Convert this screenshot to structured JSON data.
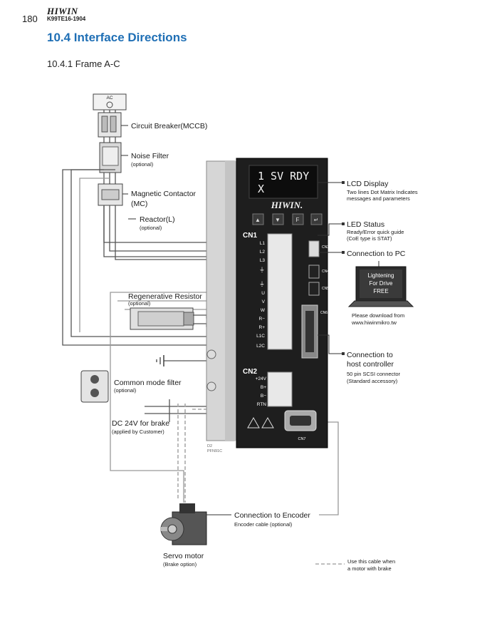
{
  "header": {
    "page_number": "180",
    "brand": "HIWIN",
    "doc_code": "K99TE16-1904"
  },
  "section": {
    "title": "10.4  Interface Directions",
    "subtitle": "10.4.1 Frame A-C"
  },
  "labels": {
    "ac": "AC",
    "circuit_breaker": "Circuit Breaker(MCCB)",
    "noise_filter": "Noise Filter",
    "noise_filter_sub": "(optional)",
    "magnetic_contactor_1": "Magnetic Contactor",
    "magnetic_contactor_2": "(MC)",
    "reactor": "Reactor(L)",
    "reactor_sub": "(optional)",
    "regen_resistor": "Regenerative Resistor",
    "regen_resistor_sub": "(optional)",
    "common_mode_filter": "Common mode filter",
    "common_mode_filter_sub": "(optional)",
    "dc24v": "DC 24V for brake",
    "dc24v_sub": "(applied by Customer)",
    "servo_motor": "Servo motor",
    "servo_motor_sub": "(Brake option)",
    "encoder": "Connection to Encoder",
    "encoder_sub": "Encoder cable (optional)",
    "lcd_display": "LCD Display",
    "lcd_display_sub1": "Two lines Dot Matrix Indicates",
    "lcd_display_sub2": "messages and parameters",
    "led_status": "LED Status",
    "led_status_sub1": "Ready/Error quick guide",
    "led_status_sub2": "(CoE type is STAT)",
    "connection_pc": "Connection to PC",
    "laptop_1": "Lightening",
    "laptop_2": "For Drive",
    "laptop_3": "FREE",
    "download_1": "Please download from",
    "download_2": "www.hiwinmikro.tw",
    "host_1": "Connection to",
    "host_2": "host controller",
    "host_sub1": "50 pin SCSI connector",
    "host_sub2": "(Standard accessory)",
    "legend_1": "Use this cable when",
    "legend_2": "a motor with brake"
  },
  "drive": {
    "lcd_line1": "1 SV RDY",
    "lcd_line2": "X",
    "logo": "HIWIN.",
    "cn1": "CN1",
    "cn2": "CN2",
    "cn3": "CN3",
    "cn4": "CN4",
    "cn5": "CN5",
    "cn6": "CN6",
    "cn7": "CN7",
    "cn1_pins": [
      "L1",
      "L2",
      "L3",
      "⏚",
      "⏚",
      "U",
      "V",
      "W",
      "R−",
      "R+",
      "L1C",
      "L2C"
    ],
    "cn2_pins": [
      "+24V",
      "B+",
      "B−",
      "RTN"
    ],
    "model_1": "D2",
    "model_2": "PFN91C",
    "buttons": [
      "▲",
      "▼",
      "F",
      "↵"
    ]
  }
}
